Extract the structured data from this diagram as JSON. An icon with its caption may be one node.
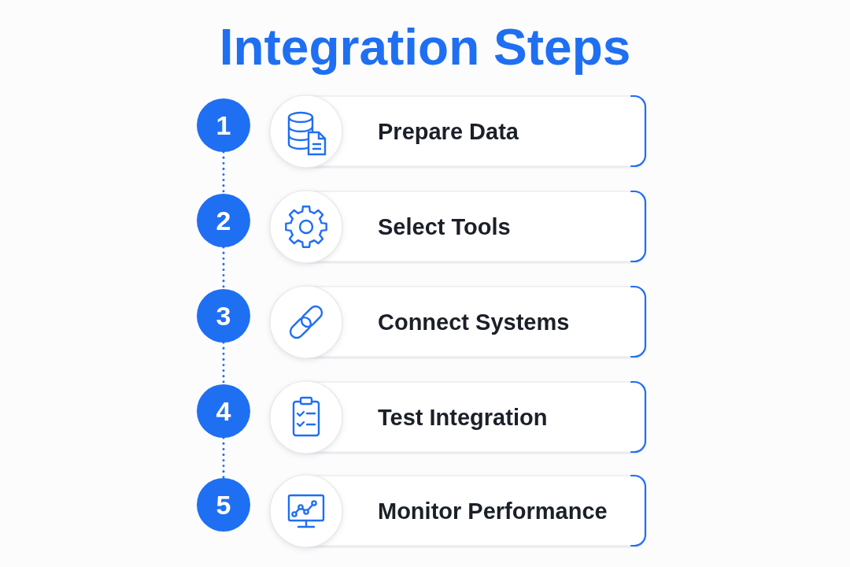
{
  "diagram": {
    "title": "Integration Steps",
    "nodes": [
      {
        "text": [
          "1"
        ]
      },
      {
        "text": [
          "Prepare Data"
        ]
      },
      {
        "text": [
          "2"
        ]
      },
      {
        "text": [
          "Select Tools"
        ]
      },
      {
        "text": [
          "3"
        ]
      },
      {
        "text": [
          "Connect Systems"
        ]
      },
      {
        "text": [
          "4"
        ]
      },
      {
        "text": [
          "Test Integration"
        ]
      },
      {
        "text": [
          "5"
        ]
      },
      {
        "text": [
          "Monitor Performance"
        ]
      }
    ],
    "edges": [
      {
        "from": 0,
        "to": 2,
        "arrow": "none",
        "style": "dashed"
      },
      {
        "from": 2,
        "to": 4,
        "arrow": "none",
        "style": "dashed"
      },
      {
        "from": 4,
        "to": 6,
        "arrow": "none",
        "style": "dashed"
      },
      {
        "from": 6,
        "to": 8,
        "arrow": "none",
        "style": "dashed"
      }
    ]
  }
}
